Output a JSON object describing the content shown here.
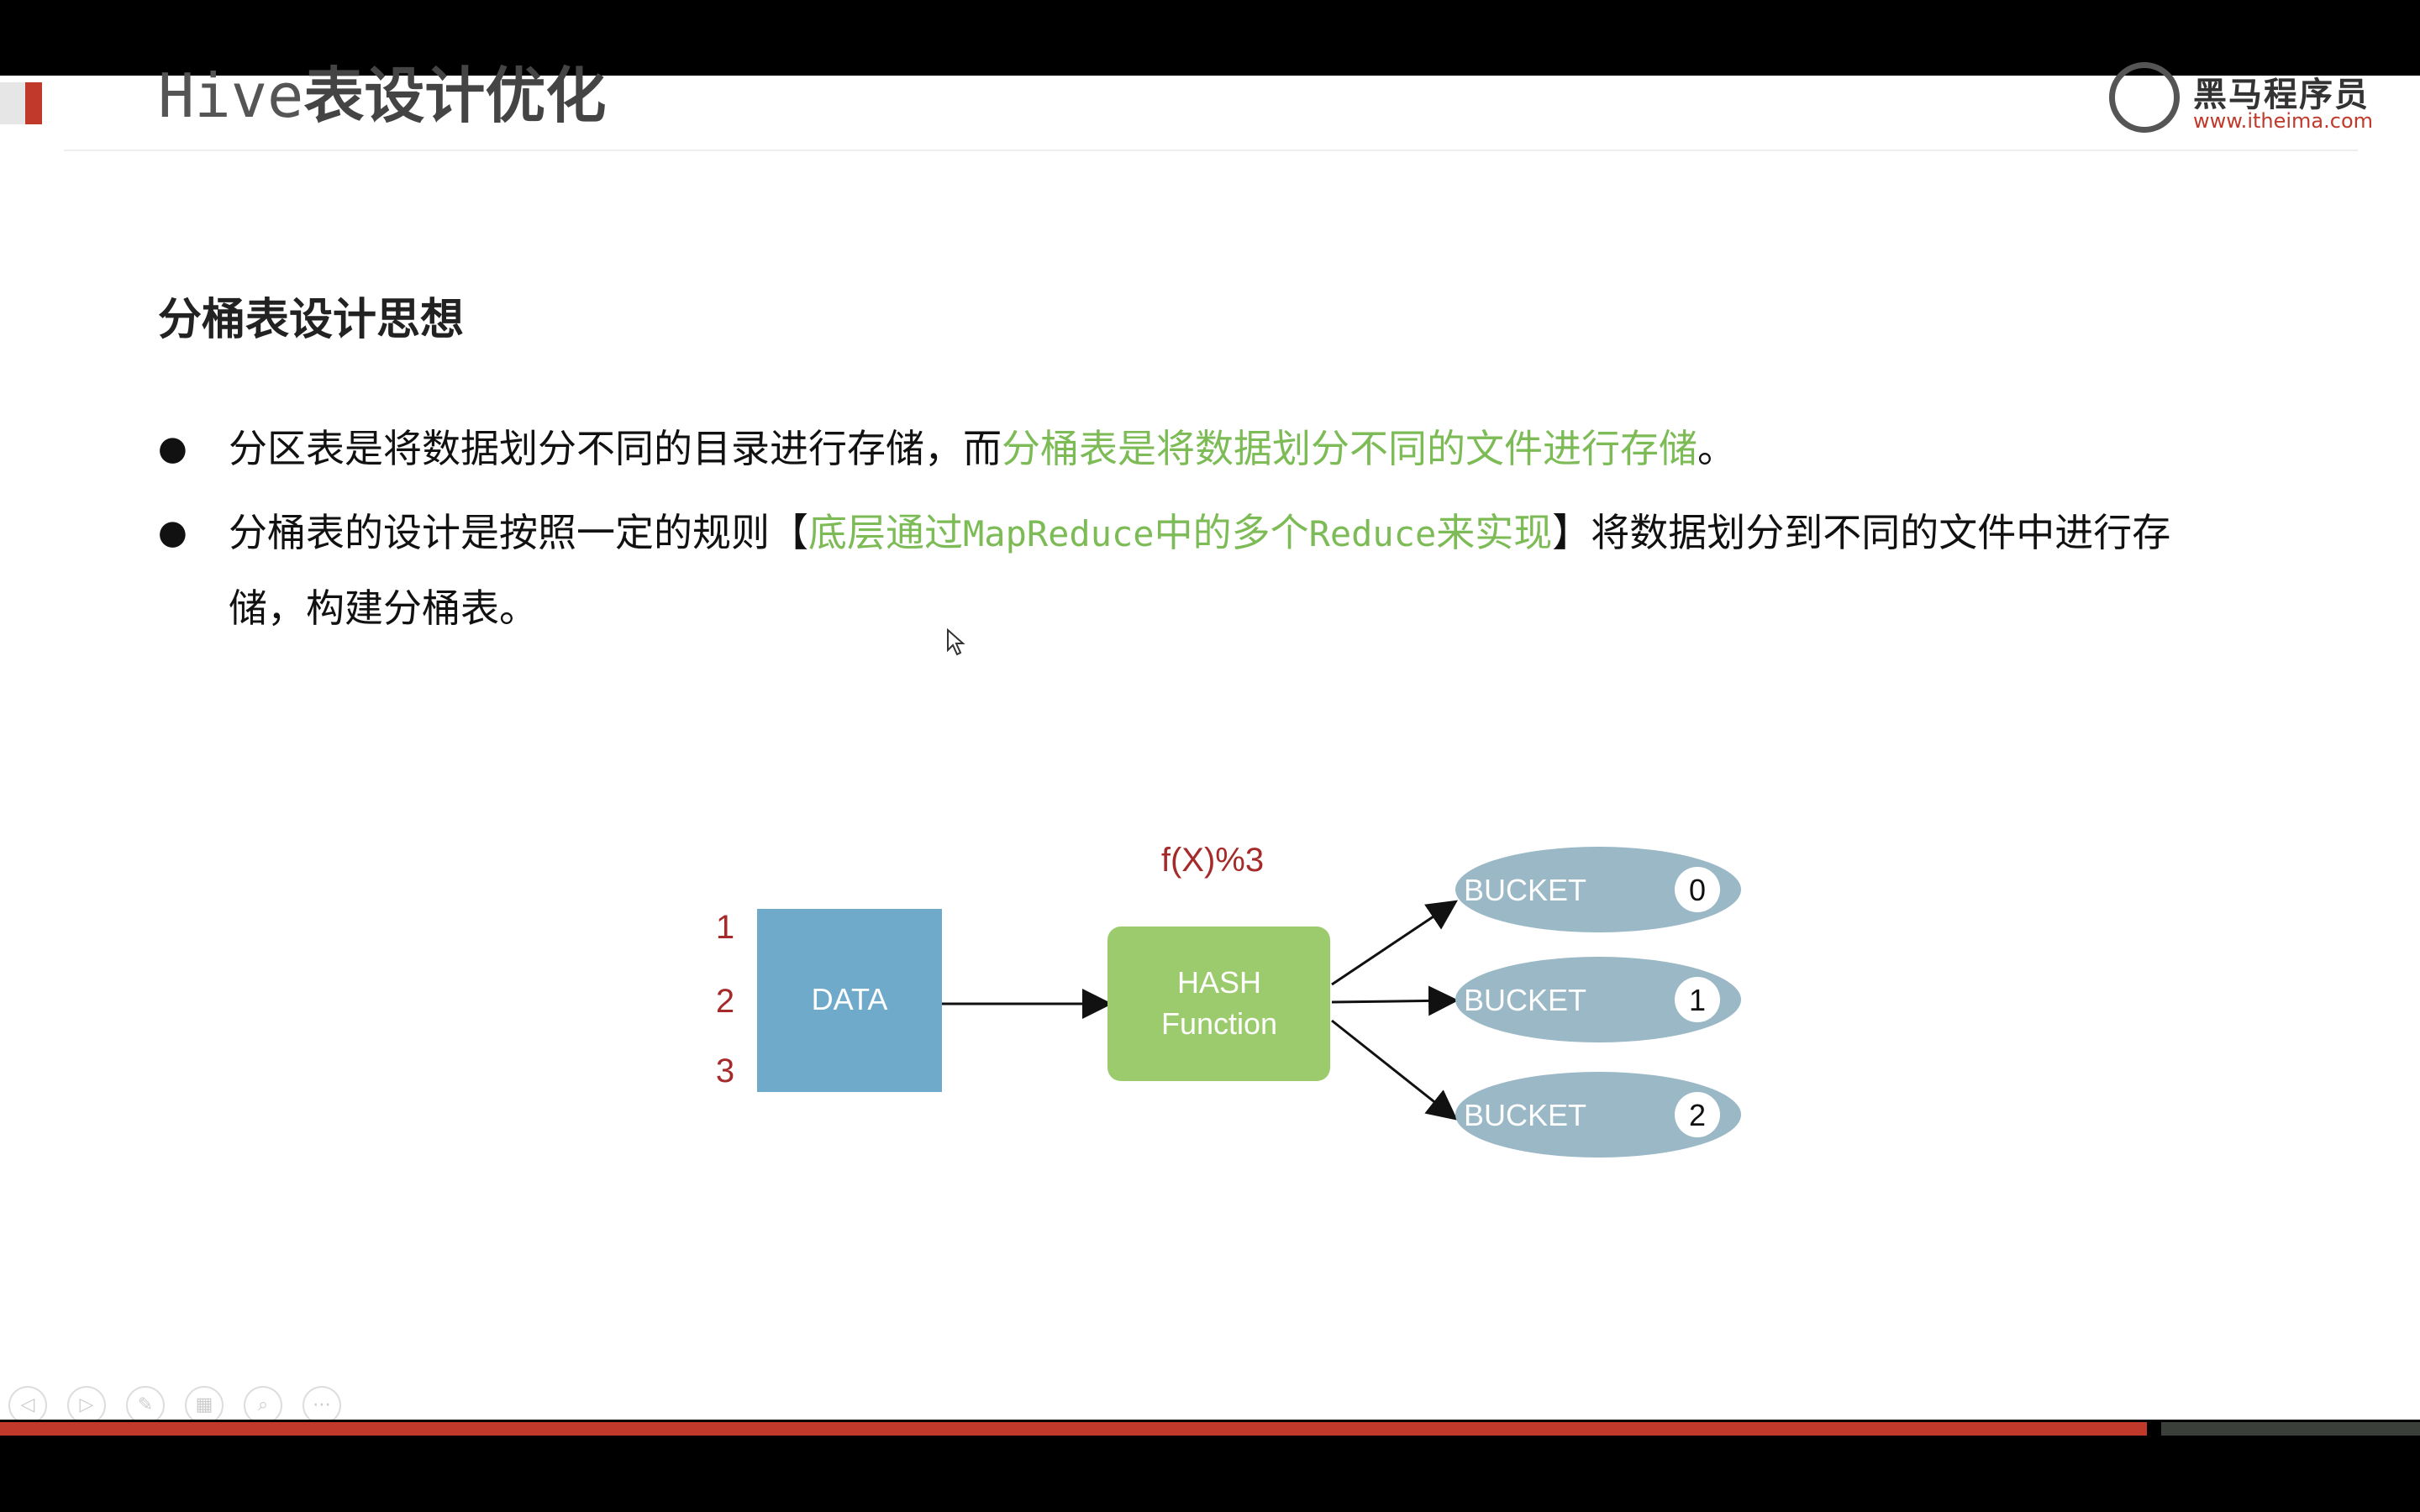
{
  "slide": {
    "title_latin": "Hive",
    "title_cjk": "表设计优化",
    "logo_text": "黑马程序员",
    "logo_url": "www.itheima.com",
    "subtitle": "分桶表设计思想",
    "bullet1": {
      "plain": "分区表是将数据划分不同的目录进行存储，而",
      "highlight": "分桶表是将数据划分不同的文件进行存储",
      "end": "。"
    },
    "bullet2": {
      "plain_start": "分桶表的设计是按照一定的规则【",
      "hl1": "底层通过",
      "mono1": "MapReduce",
      "hl2": "中的多个",
      "mono2": "Reduce",
      "hl3": "来实现",
      "plain_end": "】将数据划分到不同的文件中进行存储，构建分桶表。"
    }
  },
  "diagram": {
    "formula": "f(X)%3",
    "row_numbers": [
      "1",
      "2",
      "3"
    ],
    "data_label": "DATA",
    "hash_label_line1": "HASH",
    "hash_label_line2": "Function",
    "buckets": [
      {
        "label": "BUCKET",
        "index": "0"
      },
      {
        "label": "BUCKET",
        "index": "1"
      },
      {
        "label": "BUCKET",
        "index": "2"
      }
    ],
    "colors": {
      "data_box": "#6faaca",
      "hash_box": "#9ccb6e",
      "bucket": "#9ab8c6",
      "number_red": "#a52a2a"
    }
  },
  "navigation": {
    "icons": [
      "prev-icon",
      "next-icon",
      "pen-icon",
      "slides-icon",
      "zoom-icon",
      "more-icon"
    ]
  },
  "progress": {
    "fraction": 0.887
  }
}
